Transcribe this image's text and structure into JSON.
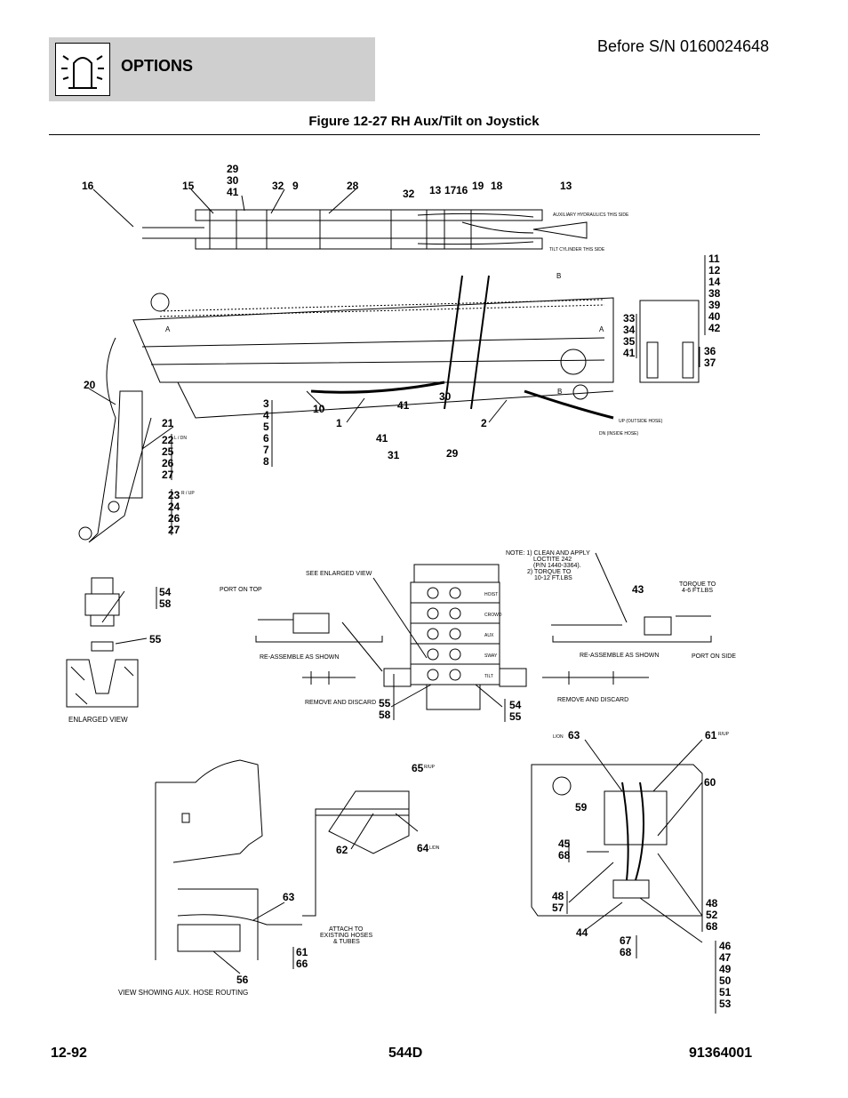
{
  "header": {
    "section": "OPTIONS",
    "serial": "Before S/N 0160024648",
    "figure_title": "Figure 12-27 RH Aux/Tilt on Joystick",
    "icon": "beacon-light-icon"
  },
  "footer": {
    "page": "12-92",
    "model": "544D",
    "doc_number": "91364001"
  },
  "top_callouts": {
    "c16": "16",
    "c15": "15",
    "c29": "29",
    "c30": "30",
    "c41": "41",
    "c32a": "32",
    "c9": "9",
    "c28": "28",
    "c32b": "32",
    "c13a": "13",
    "c17": "17",
    "c16b": "16",
    "c19": "19",
    "c18": "18",
    "c13b": "13"
  },
  "top_labels": {
    "aux_hyd": "AUXILIARY HYDRAULICS THIS SIDE",
    "tilt_cyl": "TILT CYLINDER THIS SIDE",
    "b1": "B",
    "a1": "A",
    "a2": "A",
    "b2": "B"
  },
  "right_group_1": [
    "11",
    "12",
    "14",
    "38",
    "39",
    "40",
    "42"
  ],
  "right_group_2": [
    "33",
    "34",
    "35",
    "41"
  ],
  "right_group_3": [
    "36",
    "37"
  ],
  "boom_callouts": {
    "c20": "20",
    "c21": "21",
    "c10": "10",
    "c1": "1",
    "c41a": "41",
    "c30b": "30",
    "c2": "2",
    "c41b": "41",
    "c31": "31",
    "c29b": "29"
  },
  "mid_stack": [
    "3",
    "4",
    "5",
    "6",
    "7",
    "8"
  ],
  "ln_group": [
    "22",
    "25",
    "26",
    "27"
  ],
  "ru_group": [
    "23",
    "24",
    "26",
    "27"
  ],
  "ln_tag": "L / DN",
  "ru_tag": "R / UP",
  "hose_tags": {
    "up": "UP (OUTSIDE HOSE)",
    "dn": "DN (INSIDE HOSE)"
  },
  "enlarged": {
    "c54_58": [
      "54",
      "58"
    ],
    "c55": "55",
    "caption": "ENLARGED VIEW"
  },
  "valve": {
    "see_enlarged": "SEE ENLARGED VIEW",
    "port_on_top": "PORT ON TOP",
    "reassemble_left": "RE-ASSEMBLE AS SHOWN",
    "remove_left": "REMOVE AND DISCARD",
    "note": [
      "NOTE: 1) CLEAN AND APPLY",
      "LOCTITE 242",
      "(P/N 1440-3364).",
      "2) TORQUE TO",
      "10-12 FT.LBS"
    ],
    "c43": "43",
    "torque": [
      "TORQUE TO",
      "4-6 FT.LBS"
    ],
    "reassemble_right": "RE-ASSEMBLE AS SHOWN",
    "port_on_side": "PORT ON SIDE",
    "remove_right": "REMOVE AND DISCARD",
    "c55_58": [
      "55",
      "58"
    ],
    "c54_55": [
      "54",
      "55"
    ],
    "sections": [
      "HOIST",
      "CROWD",
      "AUX",
      "SWAY",
      "TILT"
    ]
  },
  "routing": {
    "c65": "65",
    "r_up": "R/UP",
    "c62": "62",
    "c64": "64",
    "l_dn": "L/DN",
    "c63": "63",
    "attach": [
      "ATTACH TO",
      "EXISTING HOSES",
      "& TUBES"
    ],
    "c61_66": [
      "61",
      "66"
    ],
    "c56": "56",
    "caption": "VIEW SHOWING AUX. HOSE ROUTING"
  },
  "detail": {
    "c63": "63",
    "l_on": "L/ON",
    "c61": "61",
    "r_up": "R/UP",
    "c60": "60",
    "c59": "59",
    "c45_68": [
      "45",
      "68"
    ],
    "c48_57": [
      "48",
      "57"
    ],
    "c44": "44",
    "c67_68": [
      "67",
      "68"
    ],
    "c48_52_68": [
      "48",
      "52",
      "68"
    ],
    "c_list": [
      "46",
      "47",
      "49",
      "50",
      "51",
      "53"
    ]
  }
}
